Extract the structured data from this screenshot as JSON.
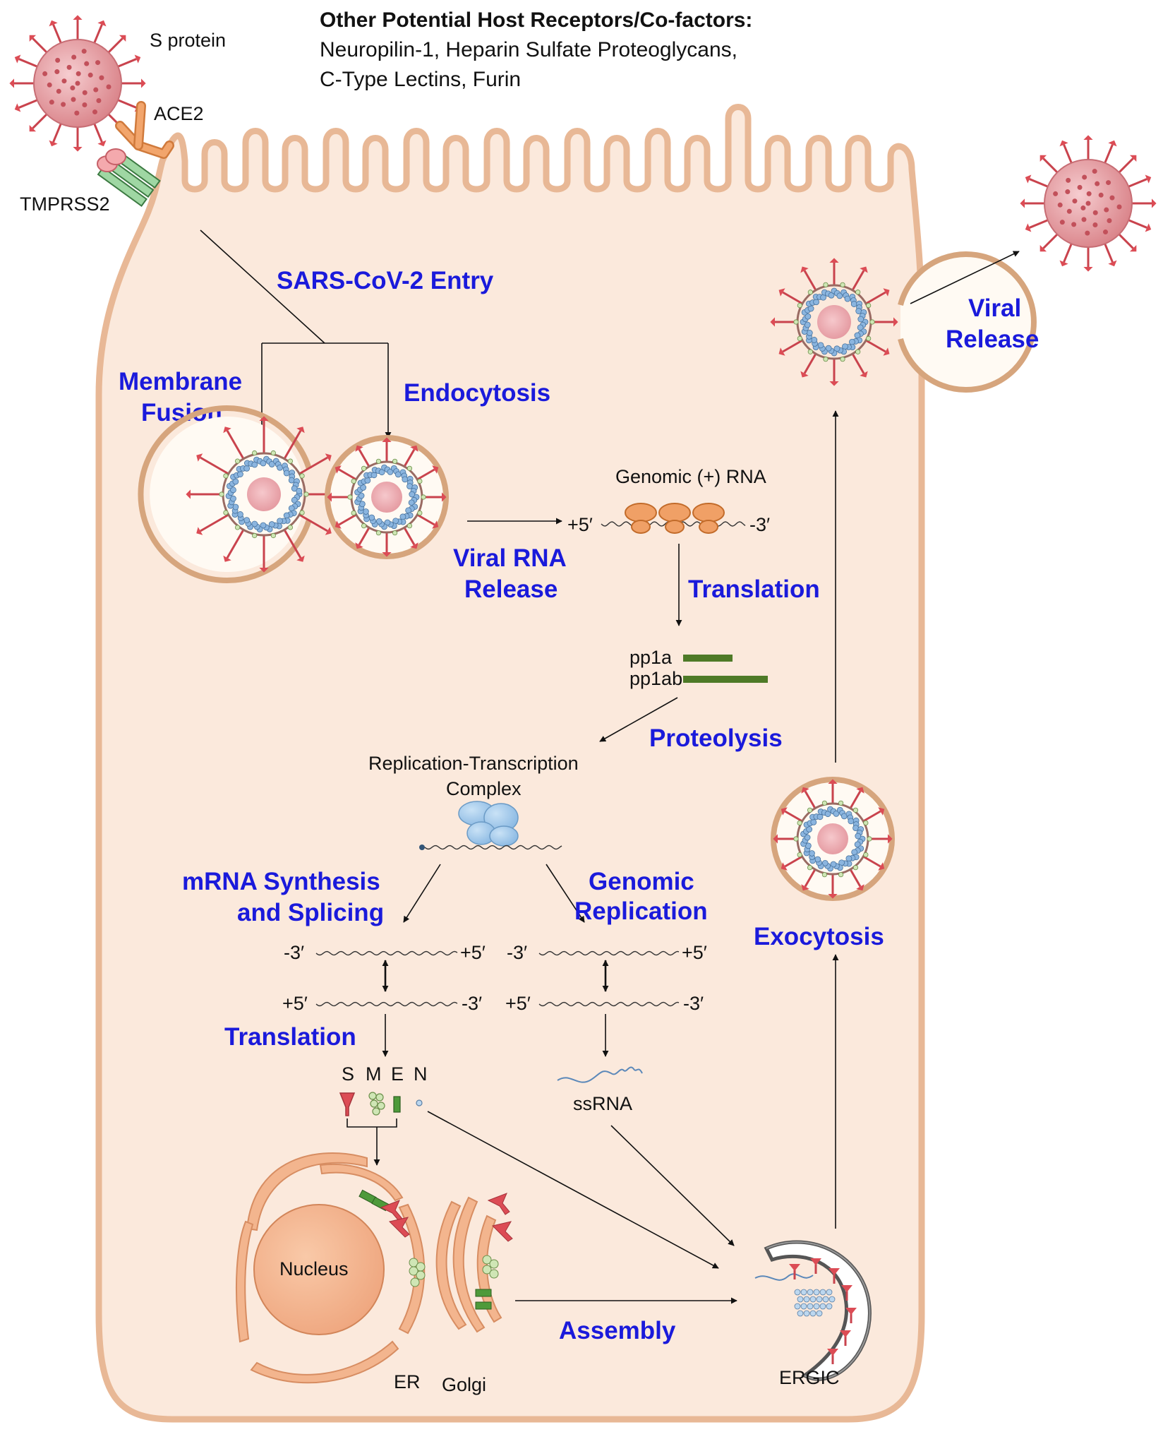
{
  "header": {
    "title": "Other Potential Host Receptors/Co-factors:",
    "line1": "Neuropilin-1, Heparin Sulfate Proteoglycans,",
    "line2": "C-Type Lectins, Furin"
  },
  "labels": {
    "s_protein": "S protein",
    "ace2": "ACE2",
    "tmprss2": "TMPRSS2",
    "genomic_rna": "Genomic (+) RNA",
    "pp1a": "pp1a",
    "pp1ab": "pp1ab",
    "rtc_line1": "Replication-Transcription",
    "rtc_line2": "Complex",
    "ssrna": "ssRNA",
    "s": "S",
    "m": "M",
    "e": "E",
    "n": "N",
    "nucleus": "Nucleus",
    "er": "ER",
    "golgi": "Golgi",
    "ergic": "ERGIC"
  },
  "ends": {
    "plus5": "+5′",
    "minus3": "-3′"
  },
  "steps": {
    "entry": "SARS-CoV-2 Entry",
    "membrane_fusion_1": "Membrane",
    "membrane_fusion_2": "Fusion",
    "endocytosis": "Endocytosis",
    "viral_rna_release_1": "Viral RNA",
    "viral_rna_release_2": "Release",
    "translation_top": "Translation",
    "proteolysis": "Proteolysis",
    "mrna_synthesis_1": "mRNA Synthesis",
    "mrna_synthesis_2": "and Splicing",
    "genomic_replication_1": "Genomic",
    "genomic_replication_2": "Replication",
    "translation_bottom": "Translation",
    "assembly": "Assembly",
    "exocytosis": "Exocytosis",
    "viral_release_1": "Viral",
    "viral_release_2": "Release"
  },
  "colors": {
    "cell_fill": "#fbe9dc",
    "cell_outline": "#e8b896",
    "step_text": "#1a1adb",
    "virus_body": "#e9a0a4",
    "spike": "#dc4c55",
    "polyprotein": "#4e7a27",
    "rtc": "#9ec7ea",
    "organelle": "#f3b58e"
  }
}
